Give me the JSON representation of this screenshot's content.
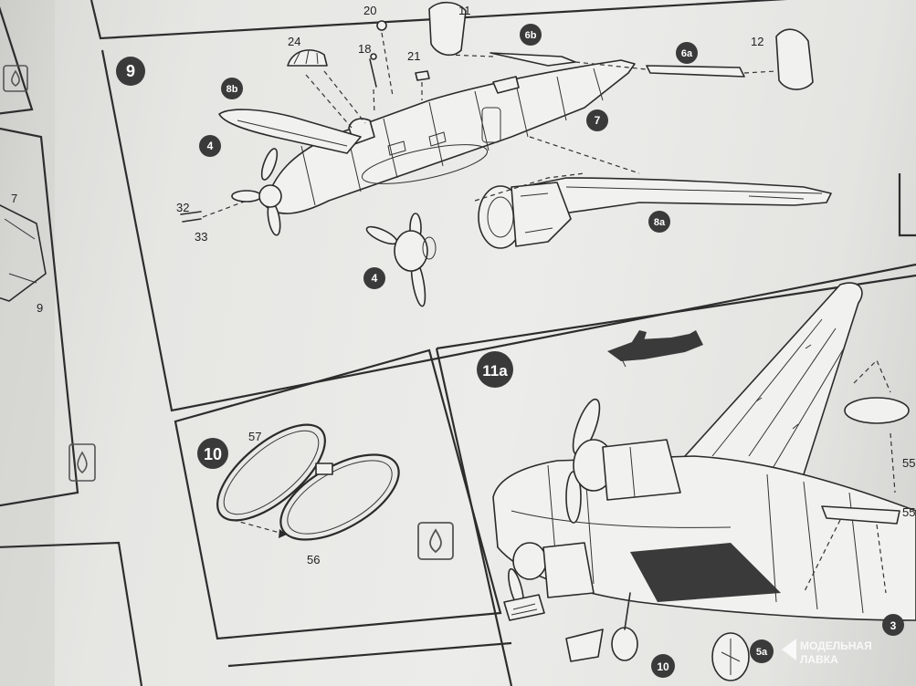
{
  "steps": {
    "s9": "9",
    "s10": "10",
    "s11a": "11a"
  },
  "callouts": {
    "c8b": "8b",
    "c6b": "6b",
    "c6a": "6a",
    "c7": "7",
    "c4a": "4",
    "c4b": "4",
    "c8a": "8a",
    "c10": "10",
    "c5a": "5a",
    "c3": "3"
  },
  "parts": {
    "p20": "20",
    "p11": "11",
    "p12": "12",
    "p24": "24",
    "p18": "18",
    "p21": "21",
    "p32": "32",
    "p33": "33",
    "p57": "57",
    "p56": "56",
    "p7": "7",
    "p9": "9",
    "p55a": "55",
    "p55b": "55"
  },
  "icons": [
    "paint-drop-icon"
  ],
  "watermark": {
    "line1": "МОДЕЛЬНАЯ",
    "line2": "ЛАВКА"
  },
  "colors": {
    "ink": "#2b2b2b",
    "paper": "#ececea",
    "callout_fill": "#333333"
  }
}
